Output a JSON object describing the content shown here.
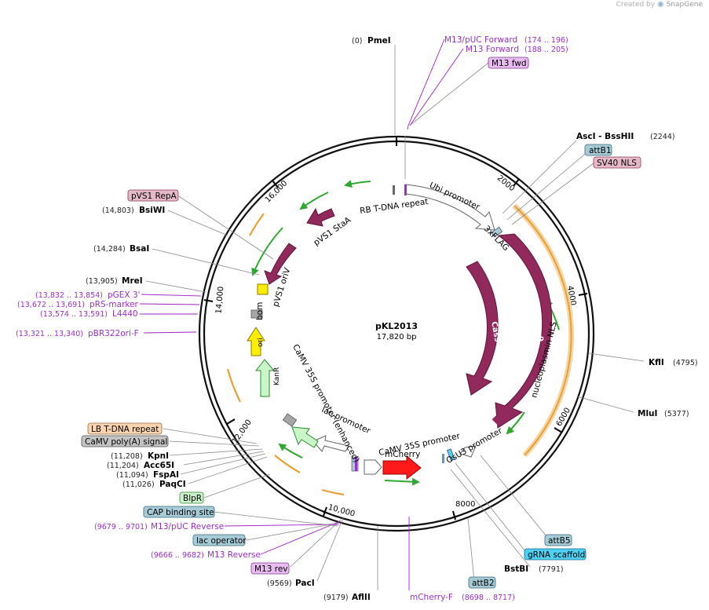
{
  "credit": {
    "prefix": "Created by",
    "brand": "SnapGene"
  },
  "plasmid": {
    "name": "pKL2013",
    "size": "17,820 bp"
  },
  "ticks": [
    "2000",
    "4000",
    "6000",
    "8000",
    "10,000",
    "12,000",
    "14,000",
    "16,000"
  ],
  "enzymes": [
    {
      "id": "pmei",
      "coord": "(0)",
      "name": "PmeI"
    },
    {
      "id": "asci",
      "coord": "(2244)",
      "name": "AscI  - BssHII"
    },
    {
      "id": "kfli",
      "coord": "(4795)",
      "name": "KflI"
    },
    {
      "id": "mlui",
      "coord": "(5377)",
      "name": "MluI"
    },
    {
      "id": "bstbi",
      "coord": "(7791)",
      "name": "BstBI"
    },
    {
      "id": "aflii",
      "coord": "(9179)",
      "name": "AflII"
    },
    {
      "id": "paci",
      "coord": "(9569)",
      "name": "PacI"
    },
    {
      "id": "kpni",
      "coord": "(11,208)",
      "name": "KpnI"
    },
    {
      "id": "acc65i",
      "coord": "(11,204)",
      "name": "Acc65I"
    },
    {
      "id": "fspai",
      "coord": "(11,094)",
      "name": "FspAI"
    },
    {
      "id": "paqci",
      "coord": "(11,026)",
      "name": "PaqCI"
    },
    {
      "id": "mrei",
      "coord": "(13,905)",
      "name": "MreI"
    },
    {
      "id": "bsai",
      "coord": "(14,284)",
      "name": "BsaI"
    },
    {
      "id": "bsiwi",
      "coord": "(14,803)",
      "name": "BsiWI"
    }
  ],
  "primers": [
    {
      "id": "m13puc-fwd",
      "name": "M13/pUC Forward",
      "coord": "(174 .. 196)"
    },
    {
      "id": "m13-fwd",
      "name": "M13 Forward",
      "coord": "(188 .. 205)"
    },
    {
      "id": "pgex3",
      "name": "pGEX 3'",
      "coord": "(13,832 .. 13,854)"
    },
    {
      "id": "prs-marker",
      "name": "pRS-marker",
      "coord": "(13,672 .. 13,691)"
    },
    {
      "id": "l4440",
      "name": "L4440",
      "coord": "(13,574 .. 13,591)"
    },
    {
      "id": "pbr322ori",
      "name": "pBR322ori-F",
      "coord": "(13,321 .. 13,340)"
    },
    {
      "id": "m13puc-rev",
      "name": "M13/pUC Reverse",
      "coord": "(9679 .. 9701)"
    },
    {
      "id": "m13-rev",
      "name": "M13 Reverse",
      "coord": "(9666 .. 9682)"
    },
    {
      "id": "mcherry-f",
      "name": "mCherry-F",
      "coord": "(8698 .. 8717)"
    }
  ],
  "boxed_features": [
    {
      "id": "m13fwd",
      "label": "M13 fwd",
      "color": "#e8bcf0"
    },
    {
      "id": "attb1",
      "label": "attB1",
      "color": "#a6cbd6"
    },
    {
      "id": "sv40nls",
      "label": "SV40 NLS",
      "color": "#e6b9c8"
    },
    {
      "id": "pvs1repa",
      "label": "pVS1 RepA",
      "color": "#e6b9c8"
    },
    {
      "id": "lbtdna",
      "label": "LB T-DNA repeat",
      "color": "#f8d5b0"
    },
    {
      "id": "camvpolya",
      "label": "CaMV poly(A) signal",
      "color": "#c3c3c3"
    },
    {
      "id": "blpr",
      "label": "BlpR",
      "color": "#c9f0c9"
    },
    {
      "id": "capbind",
      "label": "CAP binding site",
      "color": "#a6cbd6"
    },
    {
      "id": "lacop",
      "label": "lac operator",
      "color": "#a6cbd6"
    },
    {
      "id": "m13rev",
      "label": "M13 rev",
      "color": "#e8bcf0"
    },
    {
      "id": "attb5",
      "label": "attB5",
      "color": "#a6cbd6"
    },
    {
      "id": "grna",
      "label": "gRNA scaffold",
      "color": "#4fd0f0"
    },
    {
      "id": "attb2",
      "label": "attB2",
      "color": "#a6cbd6"
    }
  ],
  "arc_labels": {
    "rb_tdna": "RB T-DNA repeat",
    "ubi": "Ubi promoter",
    "flag": "3xFLAG",
    "nucleo": "nucleoplasmin NLS",
    "osu3": "OsU3 promoter",
    "camv35s_mid": "CaMV 35S promoter",
    "mcherry": "mCherry",
    "lac": "lac promoter",
    "camv35s_enh": "CaMV 35S promoter (enhanced)",
    "bom": "bom",
    "pvs1_oriv": "pVS1 oriV",
    "pvs1_staa": "pVS1 StaA"
  },
  "arrow_labels": {
    "cas9_outer": "Cas9",
    "cas9_inner": "Cas9",
    "kanr": "KanR",
    "ori": "ori"
  },
  "colors": {
    "cas9": "#92295d",
    "mcherry": "#ff1a1a",
    "kanr": "#c9f5c9",
    "ori": "#ffee00",
    "primer": "#a020c8",
    "green": "#2ea82e",
    "orange": "#e8a030"
  }
}
